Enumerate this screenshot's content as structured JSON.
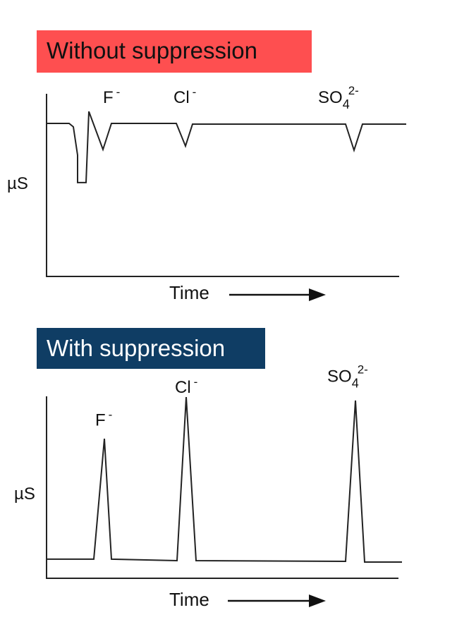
{
  "chart_data": [
    {
      "type": "line",
      "title": "Without suppression",
      "title_color": "#fe4f50",
      "xlabel": "Time",
      "ylabel": "µS",
      "xlim": [
        0,
        100
      ],
      "ylim": [
        0,
        100
      ],
      "trace": [
        [
          0,
          83.8
        ],
        [
          6.4,
          83.8
        ],
        [
          7.6,
          81.9
        ],
        [
          8.8,
          66.4
        ],
        [
          8.8,
          51.4
        ],
        [
          11.2,
          51.4
        ],
        [
          12,
          90.3
        ],
        [
          16,
          69.5
        ],
        [
          18.4,
          83.8
        ],
        [
          36.8,
          83.8
        ],
        [
          39.4,
          71.4
        ],
        [
          41.4,
          83.4
        ],
        [
          84.8,
          83.4
        ],
        [
          87.2,
          69.1
        ],
        [
          89.6,
          83.4
        ],
        [
          102,
          83.4
        ]
      ],
      "peak_labels": [
        {
          "ion": "F",
          "sub": "",
          "charge": "-",
          "t": 16.0,
          "s": 95
        },
        {
          "ion": "Cl",
          "sub": "",
          "charge": "-",
          "t": 36.0,
          "s": 95
        },
        {
          "ion": "SO",
          "sub": "4",
          "charge": "2-",
          "t": 77.0,
          "s": 95
        }
      ]
    },
    {
      "type": "line",
      "title": "With suppression",
      "title_color": "#0f3d64",
      "xlabel": "Time",
      "ylabel": "µS",
      "xlim": [
        0,
        100
      ],
      "ylim": [
        0,
        100
      ],
      "trace": [
        [
          0,
          10.5
        ],
        [
          13.4,
          10.5
        ],
        [
          16.4,
          76.7
        ],
        [
          18.4,
          10.5
        ],
        [
          37,
          9.7
        ],
        [
          39.6,
          99.6
        ],
        [
          42.4,
          9.7
        ],
        [
          84.8,
          9.3
        ],
        [
          87.6,
          97.7
        ],
        [
          90.2,
          8.9
        ],
        [
          100.8,
          8.9
        ]
      ],
      "peak_labels": [
        {
          "ion": "F",
          "sub": "",
          "charge": "-",
          "t": 13.8,
          "s": 84
        },
        {
          "ion": "Cl",
          "sub": "",
          "charge": "-",
          "t": 36.4,
          "s": 102
        },
        {
          "ion": "SO",
          "sub": "4",
          "charge": "2-",
          "t": 79.6,
          "s": 108
        }
      ]
    }
  ]
}
